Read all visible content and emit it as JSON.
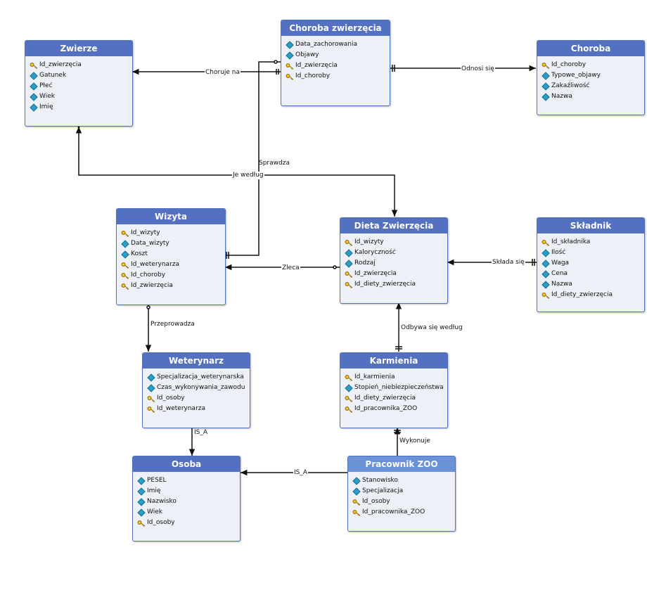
{
  "entities": {
    "zwierze": {
      "title": "Zwierze",
      "attributes": [
        {
          "name": "Id_zwierzęcia",
          "icon": "key-icon"
        },
        {
          "name": "Gatunek",
          "icon": "diamond-icon"
        },
        {
          "name": "Płeć",
          "icon": "diamond-icon"
        },
        {
          "name": "Wiek",
          "icon": "diamond-icon"
        },
        {
          "name": "Imię",
          "icon": "diamond-icon"
        }
      ]
    },
    "choroba_zwierzecia": {
      "title": "Choroba zwierzęcia",
      "attributes": [
        {
          "name": "Data_zachorowania",
          "icon": "diamond-icon"
        },
        {
          "name": "Objawy",
          "icon": "diamond-icon"
        },
        {
          "name": "Id_zwierzęcia",
          "icon": "key-icon"
        },
        {
          "name": "Id_choroby",
          "icon": "key-icon"
        }
      ]
    },
    "choroba": {
      "title": "Choroba",
      "attributes": [
        {
          "name": "Id_choroby",
          "icon": "key-icon"
        },
        {
          "name": "Typowe_objawy",
          "icon": "diamond-icon"
        },
        {
          "name": "Zakaźliwość",
          "icon": "diamond-icon"
        },
        {
          "name": "Nazwa",
          "icon": "diamond-icon"
        }
      ]
    },
    "wizyta": {
      "title": "Wizyta",
      "attributes": [
        {
          "name": "Id_wizyty",
          "icon": "key-icon"
        },
        {
          "name": "Data_wizyty",
          "icon": "diamond-icon"
        },
        {
          "name": "Koszt",
          "icon": "diamond-icon"
        },
        {
          "name": "Id_weterynarza",
          "icon": "key-icon"
        },
        {
          "name": "Id_choroby",
          "icon": "key-icon"
        },
        {
          "name": "Id_zwierzęcia",
          "icon": "key-icon"
        }
      ]
    },
    "dieta_zwierzecia": {
      "title": "Dieta Zwierzęcia",
      "attributes": [
        {
          "name": "Id_wizyty",
          "icon": "key-icon"
        },
        {
          "name": "Kaloryczność",
          "icon": "diamond-icon"
        },
        {
          "name": "Rodzaj",
          "icon": "diamond-icon"
        },
        {
          "name": "Id_zwierzęcia",
          "icon": "key-icon"
        },
        {
          "name": "Id_diety_zwierzęcia",
          "icon": "key-icon"
        }
      ]
    },
    "skladnik": {
      "title": "Składnik",
      "attributes": [
        {
          "name": "Id_składnika",
          "icon": "key-icon"
        },
        {
          "name": "Ilość",
          "icon": "diamond-icon"
        },
        {
          "name": "Waga",
          "icon": "diamond-icon"
        },
        {
          "name": "Cena",
          "icon": "diamond-icon"
        },
        {
          "name": "Nazwa",
          "icon": "diamond-icon"
        },
        {
          "name": "Id_diety_zwierzęcia",
          "icon": "key-icon"
        }
      ]
    },
    "weterynarz": {
      "title": "Weterynarz",
      "attributes": [
        {
          "name": "Specjalizacja_weterynarska",
          "icon": "diamond-icon"
        },
        {
          "name": "Czas_wykonywania_zawodu",
          "icon": "diamond-icon"
        },
        {
          "name": "Id_osoby",
          "icon": "key-icon"
        },
        {
          "name": "Id_weterynarza",
          "icon": "key-icon"
        }
      ]
    },
    "karmienia": {
      "title": "Karmienia",
      "attributes": [
        {
          "name": "Id_karmienia",
          "icon": "key-icon"
        },
        {
          "name": "Stopień_niebiezpieczeństwa",
          "icon": "diamond-icon"
        },
        {
          "name": "Id_diety_zwierzęcia",
          "icon": "key-icon"
        },
        {
          "name": "Id_pracownika_ZOO",
          "icon": "key-icon"
        }
      ]
    },
    "osoba": {
      "title": "Osoba",
      "attributes": [
        {
          "name": "PESEL",
          "icon": "diamond-icon"
        },
        {
          "name": "Imię",
          "icon": "diamond-icon"
        },
        {
          "name": "Nazwisko",
          "icon": "diamond-icon"
        },
        {
          "name": "Wiek",
          "icon": "diamond-icon"
        },
        {
          "name": "Id_osoby",
          "icon": "key-icon"
        }
      ]
    },
    "pracownik_zoo": {
      "title": "Pracownik ZOO",
      "attributes": [
        {
          "name": "Stanowisko",
          "icon": "diamond-icon"
        },
        {
          "name": "Specjalizacja",
          "icon": "diamond-icon"
        },
        {
          "name": "Id_osoby",
          "icon": "key-icon"
        },
        {
          "name": "Id_pracownika_ZOO",
          "icon": "key-icon"
        }
      ]
    }
  },
  "relationships": {
    "choruje_na": "Choruje na",
    "odnosi_sie": "Odnosi się",
    "sprawdza": "Sprawdza",
    "je_wedlug": "Je według",
    "zleca": "Zleca",
    "sklada_sie": "Składa się",
    "przeprowadza": "Przeprowadza",
    "odbywa_sie_wedlug": "Odbywa się według",
    "wykonuje": "Wykonuje",
    "is_a_weterynarz": "IS_A",
    "is_a_pracownik": "IS_A"
  }
}
